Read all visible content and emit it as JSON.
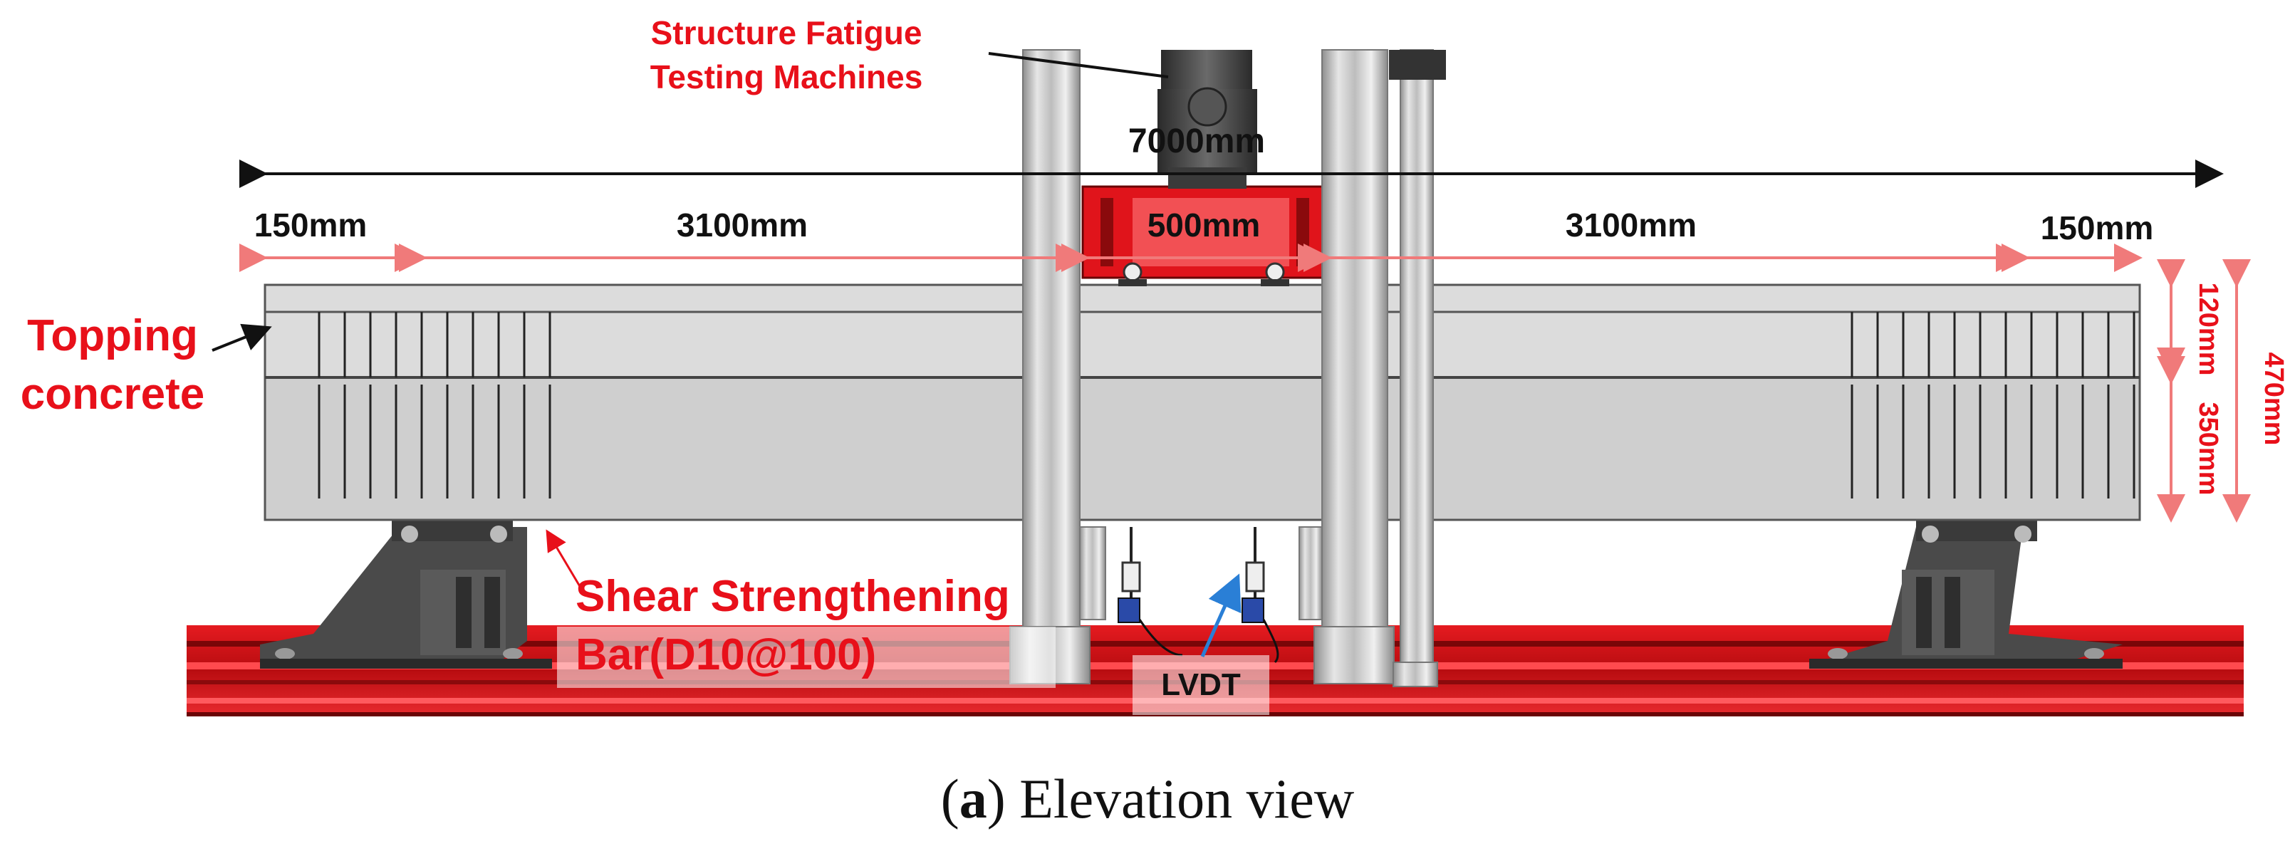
{
  "figure": {
    "labels": {
      "machine_line1": "Structure Fatigue",
      "machine_line2": "Testing Machines",
      "total_length": "7000mm",
      "left_overhang": "150mm",
      "left_span": "3100mm",
      "load_span": "500mm",
      "right_span": "3100mm",
      "right_overhang": "150mm",
      "topping_line1": "Topping",
      "topping_line2": "concrete",
      "topping_depth": "120mm",
      "body_depth": "350mm",
      "total_depth": "470mm",
      "shear_line1": "Shear Strengthening",
      "shear_line2": "Bar(D10@100)",
      "lvdt": "LVDT"
    },
    "caption": {
      "letter": "a",
      "prefix": "(",
      "suffix": ") Elevation view"
    },
    "colors": {
      "label_red": "#e8101a",
      "dimension_red": "#f07a7a",
      "frame_red": "#d60d12",
      "concrete": "#d4d4d4",
      "lvdt_arrow": "#2a7fd6"
    }
  }
}
